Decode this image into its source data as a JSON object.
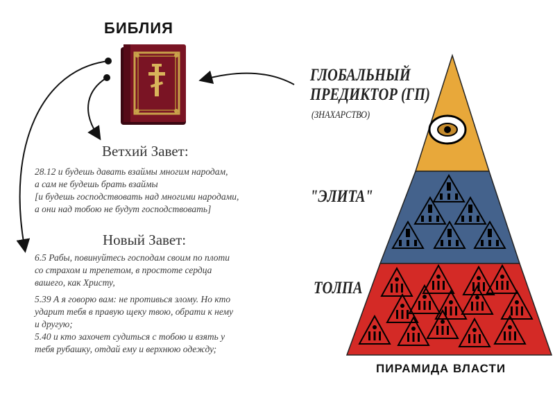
{
  "bible": {
    "title": "БИБЛИЯ"
  },
  "old_testament": {
    "heading": "Ветхий Завет:",
    "lines": [
      "28.12 и будешь давать взаймы многим народам,",
      "а сам не будешь брать взаймы",
      "[и будешь господствовать над многими народами,",
      "а они над тобою не будут господствовать]"
    ]
  },
  "new_testament": {
    "heading": "Новый Завет:",
    "verses": [
      [
        "6.5 Рабы, повинуйтесь господам своим по плоти",
        "со страхом и трепетом, в простоте сердца",
        "вашего, как Христу,"
      ],
      [
        "5.39 А я говорю вам: не противься злому. Но кто",
        "ударит тебя в правую щеку твою, обрати к нему",
        "и другую;"
      ],
      [
        "5.40 и кто захочет судиться с тобою и взять у",
        "тебя рубашку, отдай ему и верхнюю одежду;"
      ]
    ]
  },
  "pyramid": {
    "top": {
      "title_lines": [
        "ГЛОБАЛЬНЫЙ",
        "ПРЕДИКТОР (ГП)"
      ],
      "subtitle": "(ЗНАХАРСТВО)",
      "color": "#e8a83a"
    },
    "middle": {
      "label": "\"ЭЛИТА\"",
      "color": "#44628c"
    },
    "bottom": {
      "label": "ТОЛПА",
      "color": "#d42a26"
    },
    "caption": "ПИРАМИДА ВЛАСТИ"
  }
}
